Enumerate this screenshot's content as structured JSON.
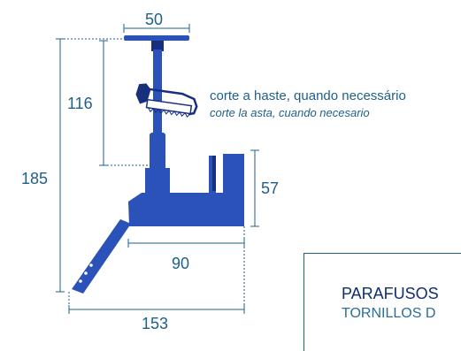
{
  "dimensions": {
    "top_width": "50",
    "shaft_length": "116",
    "total_height": "185",
    "cup_height": "57",
    "base_width": "90",
    "total_width": "153"
  },
  "note": {
    "primary": "corte a haste, quando necessário",
    "secondary": "corte la asta, cuando necesario"
  },
  "info_box": {
    "title": "PARAFUSOS",
    "subtitle": "TORNILLOS D"
  },
  "colors": {
    "part_blue": "#2a52b8",
    "part_dark": "#16307e",
    "dimension_blue": "#1f5f8b",
    "title_navy": "#0f2f6a"
  },
  "icons": [
    "hacksaw-icon"
  ]
}
